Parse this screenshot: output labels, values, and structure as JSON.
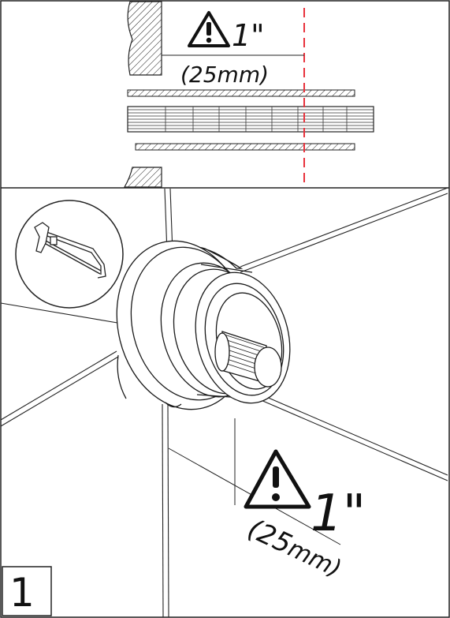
{
  "top_panel": {
    "dimension_imperial": "1\"",
    "dimension_metric": "(25mm)"
  },
  "bottom_panel": {
    "dimension_imperial": "1\"",
    "dimension_metric_open": "(",
    "dimension_metric_value": "25",
    "dimension_metric_unit": "mm)",
    "tool_icon": "hacksaw-icon"
  },
  "step_number": "1",
  "colors": {
    "cut_line": "#e8323c",
    "line": "#1a1a1a"
  }
}
